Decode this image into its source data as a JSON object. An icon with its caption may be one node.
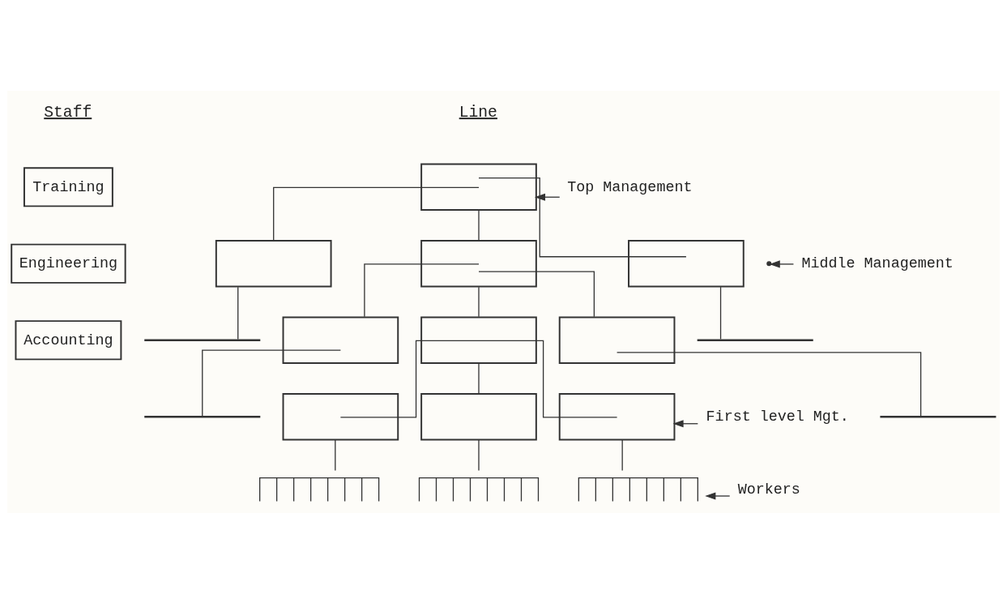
{
  "diagram": {
    "nodes": [
      {
        "text": [
          "Training"
        ]
      },
      {
        "text": [
          "Engineering"
        ]
      },
      {
        "text": [
          "Accounting"
        ]
      },
      {
        "text": [],
        "shape": "box"
      },
      {
        "text": [],
        "shape": "box"
      },
      {
        "text": [],
        "shape": "box"
      },
      {
        "text": [],
        "shape": "box"
      },
      {
        "text": [],
        "shape": "bar"
      },
      {
        "text": [],
        "shape": "bar"
      },
      {
        "text": [],
        "shape": "box"
      },
      {
        "text": [],
        "shape": "box"
      },
      {
        "text": [],
        "shape": "box"
      },
      {
        "text": [],
        "shape": "bar"
      },
      {
        "text": [],
        "shape": "bar"
      },
      {
        "text": [],
        "shape": "box"
      },
      {
        "text": [],
        "shape": "box"
      },
      {
        "text": [],
        "shape": "box"
      },
      {
        "text": [],
        "shape": "comb"
      },
      {
        "text": [],
        "shape": "comb"
      },
      {
        "text": [],
        "shape": "comb"
      },
      {
        "text": [
          "Top Management"
        ]
      },
      {
        "text": [
          "Middle Management"
        ]
      },
      {
        "text": [
          "First level Mgt."
        ]
      },
      {
        "text": [
          "Workers"
        ]
      }
    ],
    "edges": [
      {
        "from": 3,
        "to": 4,
        "arrow": "none"
      },
      {
        "from": 3,
        "to": 5,
        "arrow": "none"
      },
      {
        "from": 3,
        "to": 6,
        "arrow": "none"
      },
      {
        "from": 4,
        "to": 7,
        "arrow": "none"
      },
      {
        "from": 6,
        "to": 8,
        "arrow": "none"
      },
      {
        "from": 5,
        "to": 9,
        "arrow": "none"
      },
      {
        "from": 5,
        "to": 10,
        "arrow": "none"
      },
      {
        "from": 5,
        "to": 11,
        "arrow": "none"
      },
      {
        "from": 9,
        "to": 12,
        "arrow": "none"
      },
      {
        "from": 11,
        "to": 13,
        "arrow": "none"
      },
      {
        "from": 10,
        "to": 14,
        "arrow": "none"
      },
      {
        "from": 10,
        "to": 15,
        "arrow": "none"
      },
      {
        "from": 10,
        "to": 16,
        "arrow": "none"
      },
      {
        "from": 14,
        "to": 17,
        "arrow": "none"
      },
      {
        "from": 15,
        "to": 18,
        "arrow": "none"
      },
      {
        "from": 16,
        "to": 19,
        "arrow": "none"
      },
      {
        "from": 20,
        "to": 3,
        "arrow": "to"
      },
      {
        "from": 21,
        "to": null,
        "arrow": "to"
      },
      {
        "from": 22,
        "to": 16,
        "arrow": "to"
      },
      {
        "from": 23,
        "to": 19,
        "arrow": "to"
      }
    ],
    "labels": [
      "Staff",
      "Line"
    ]
  }
}
